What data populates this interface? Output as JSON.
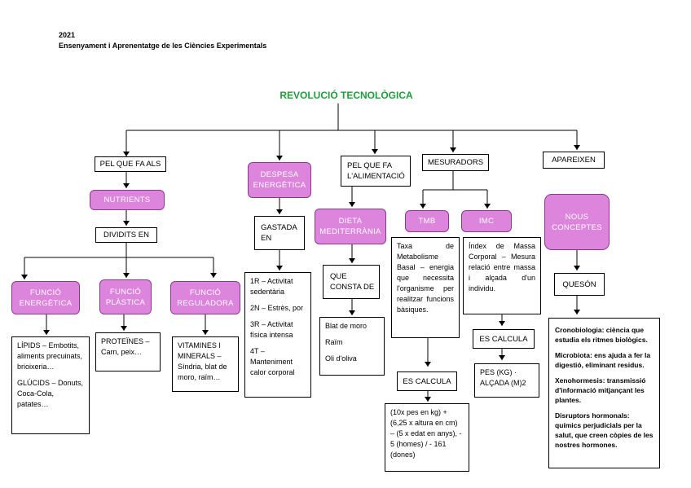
{
  "header": {
    "year": "2021",
    "course": "Ensenyament i Aprenentatge de les Ciències Experimentals"
  },
  "title": "REVOLUCIÓ TECNOLÒGICA",
  "branches": {
    "b1": {
      "label": "PEL QUE FA ALS",
      "nutrients": "NUTRIENTS",
      "dividits": "DIVIDITS EN",
      "energetica": [
        "FUNCIÓ",
        "ENERGÈTICA"
      ],
      "plastica": [
        "FUNCIÓ",
        "PLÀSTICA"
      ],
      "reguladora": [
        "FUNCIÓ",
        "REGULADORA"
      ],
      "energetica_text": [
        "LÍPIDS – Embotits, aliments precuinats, brioixeria…",
        "GLÚCIDS – Donuts, Coca-Cola, patates…"
      ],
      "plastica_text": [
        "PROTEÏNES – Carn, peix…"
      ],
      "reguladora_text": [
        "VITAMINES I MINERALS – Síndria, blat de moro, raïm…"
      ]
    },
    "b2": {
      "label": [
        "DESPESA",
        "ENERGÈTICA"
      ],
      "gastada": [
        "GASTADA",
        "EN"
      ],
      "items": [
        "1R – Activitat sedentària",
        "2N – Estrès, por",
        "3R – Activitat física intensa",
        "4T – Manteniment calor corporal"
      ]
    },
    "b3": {
      "label": [
        "PEL QUE FA",
        "L'ALIMENTACIÓ"
      ],
      "dieta": [
        "DIETA",
        "MEDITERRÀNIA"
      ],
      "consta": [
        "QUE",
        "CONSTA DE"
      ],
      "items": [
        "Blat de moro",
        "Raïm",
        "Oli d'oliva"
      ]
    },
    "b4": {
      "label": "MESURADORS",
      "tmb": "TMB",
      "imc": "IMC",
      "tmb_text": "Taxa de Metabolisme Basal – energia que necessita l'organisme per realitzar funcions bàsiques.",
      "imc_text": "Índex de Massa Corporal – Mesura relació entre massa i alçada d'un individu.",
      "es_calcula_tmb": "ES CALCULA",
      "es_calcula_imc": "ES CALCULA",
      "tmb_formula": "(10x pes en kg) + (6,25 x altura en cm) – (5 x edat en anys), - 5 (homes) / - 161 (dones)",
      "imc_formula": "PES (KG) · ALÇADA (M)2"
    },
    "b5": {
      "label": "APAREIXEN",
      "nous": [
        "NOUS",
        "CONCEPTES"
      ],
      "queson": "QUESÓN",
      "items": [
        "Cronobiologia: ciència que estudia els ritmes biològics.",
        "Microbiota: ens ajuda a fer la digestió, eliminant residus.",
        "Xenohormesis: transmissió d'informació mitjançant les plantes.",
        "Disruptors hormonals: químics perjudicials per la salut, que creen còpies de les nostres hormones."
      ]
    }
  },
  "colors": {
    "title": "#1e9e3a",
    "node_fill": "#dd85dd",
    "node_border": "#8a3a8a"
  }
}
